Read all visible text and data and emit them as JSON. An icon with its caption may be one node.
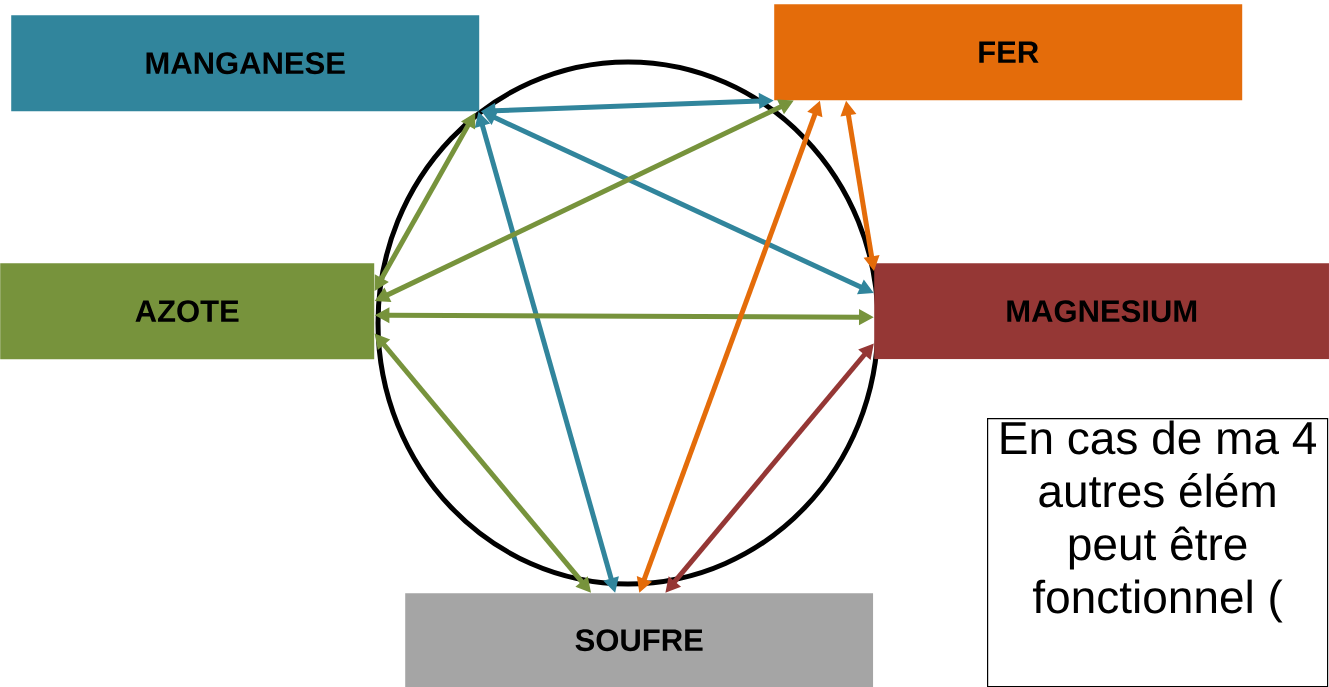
{
  "diagram": {
    "nodes": [
      {
        "text": [
          "MANGANESE"
        ]
      },
      {
        "text": [
          "FER"
        ]
      },
      {
        "text": [
          "AZOTE"
        ]
      },
      {
        "text": [
          "MAGNESIUM"
        ]
      },
      {
        "text": [
          "SOUFRE"
        ]
      },
      {
        "text": [
          "En cas de ma 4 autres élém peut être fonctionnel ("
        ]
      }
    ],
    "edges": [
      {
        "from": 0,
        "to": 1,
        "arrow": "both",
        "color": "#31859c"
      },
      {
        "from": 0,
        "to": 3,
        "arrow": "both",
        "color": "#31859c"
      },
      {
        "from": 0,
        "to": 4,
        "arrow": "both",
        "color": "#31859c"
      },
      {
        "from": 2,
        "to": 0,
        "arrow": "both",
        "color": "#77933c"
      },
      {
        "from": 2,
        "to": 1,
        "arrow": "both",
        "color": "#77933c"
      },
      {
        "from": 2,
        "to": 3,
        "arrow": "both",
        "color": "#77933c"
      },
      {
        "from": 2,
        "to": 4,
        "arrow": "both",
        "color": "#77933c"
      },
      {
        "from": 1,
        "to": 4,
        "arrow": "both",
        "color": "#e46c0a"
      },
      {
        "from": 1,
        "to": 3,
        "arrow": "both",
        "color": "#e46c0a"
      },
      {
        "from": 3,
        "to": 4,
        "arrow": "both",
        "color": "#953735"
      }
    ]
  }
}
